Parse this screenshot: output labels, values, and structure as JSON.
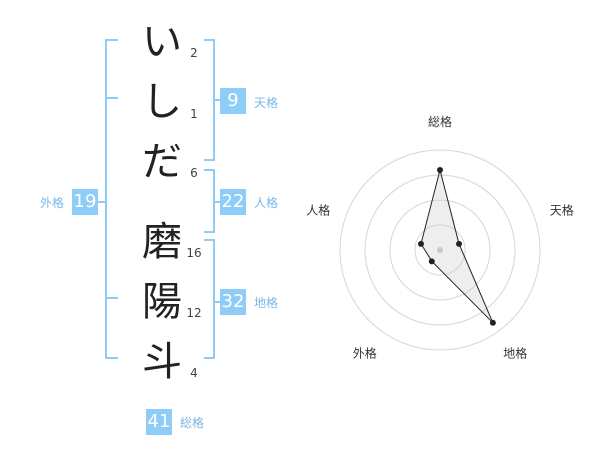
{
  "characters": [
    {
      "char": "い",
      "strokes": "2"
    },
    {
      "char": "し",
      "strokes": "1"
    },
    {
      "char": "だ",
      "strokes": "6"
    },
    {
      "char": "磨",
      "strokes": "16"
    },
    {
      "char": "陽",
      "strokes": "12"
    },
    {
      "char": "斗",
      "strokes": "4"
    }
  ],
  "fortunes": {
    "tenkaku": {
      "value": "9",
      "label": "天格"
    },
    "jinkaku": {
      "value": "22",
      "label": "人格"
    },
    "chikaku": {
      "value": "32",
      "label": "地格"
    },
    "gaikaku": {
      "value": "19",
      "label": "外格"
    },
    "soukaku": {
      "value": "41",
      "label": "総格"
    }
  },
  "colors": {
    "accent": "#8ecdf8",
    "label": "#7ab8e6",
    "bracket": "#8ecdf8"
  },
  "chart_data": {
    "type": "radar",
    "axes": [
      "総格",
      "天格",
      "地格",
      "外格",
      "人格"
    ],
    "values": [
      4,
      1,
      4.5,
      0.7,
      1
    ],
    "max": 5,
    "rings": 4
  }
}
